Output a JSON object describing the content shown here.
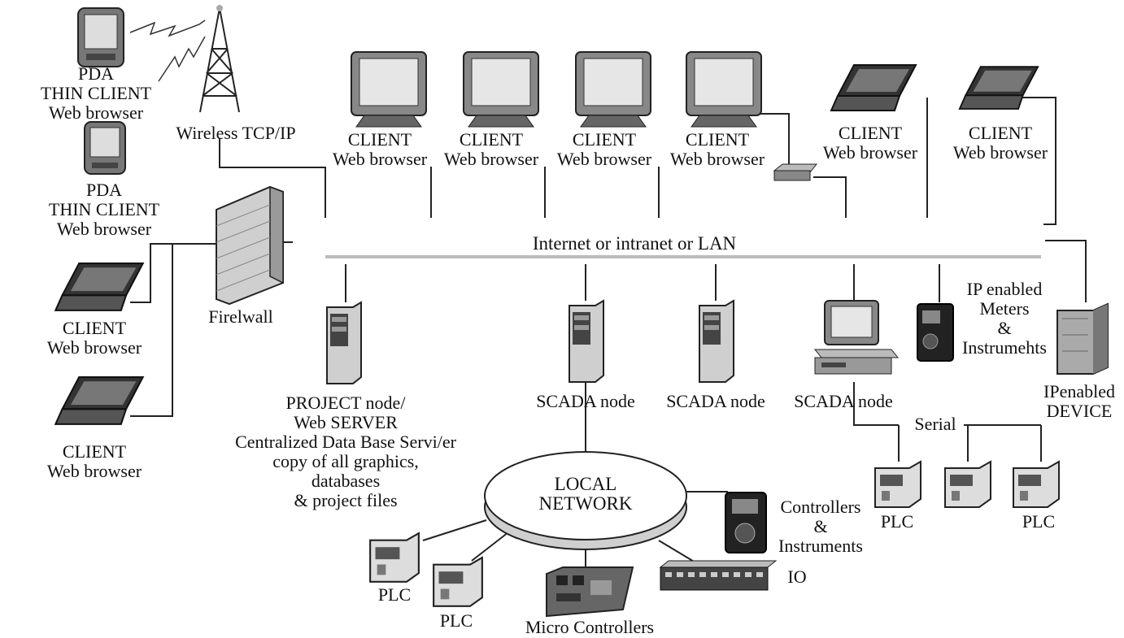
{
  "diagram": {
    "backbone_label": "Internet or intranet or LAN",
    "pda_1": [
      "PDA",
      "THIN CLIENT",
      "Web browser"
    ],
    "pda_2": [
      "PDA",
      "THIN CLIENT",
      "Web browser"
    ],
    "wireless": "Wireless TCP/IP",
    "firewall": "Firelwall",
    "top_clients": [
      [
        "CLIENT",
        "Web browser"
      ],
      [
        "CLIENT",
        "Web browser"
      ],
      [
        "CLIENT",
        "Web browser"
      ],
      [
        "CLIENT",
        "Web browser"
      ],
      [
        "CLIENT",
        "Web browser"
      ],
      [
        "CLIENT",
        "Web browser"
      ]
    ],
    "left_clients": [
      [
        "CLIENT",
        "Web browser"
      ],
      [
        "CLIENT",
        "Web browser"
      ]
    ],
    "project_node": [
      "PROJECT node/",
      "Web SERVER",
      "Centralized Data Base Servi/er",
      "copy of all graphics,",
      "databases",
      "& project files"
    ],
    "scada_nodes": [
      "SCADA node",
      "SCADA node",
      "SCADA node"
    ],
    "ip_meters": [
      "IP enabled",
      "Meters",
      "&",
      "Instrumehts"
    ],
    "ip_device": [
      "IPenabled",
      "DEVICE"
    ],
    "serial": "Serial",
    "plc_right": [
      "PLC",
      "PLC"
    ],
    "local_network": [
      "LOCAL",
      "NETWORK"
    ],
    "controllers": [
      "Controllers",
      "&",
      "Instruments"
    ],
    "io": "IO",
    "plc_bottom": [
      "PLC",
      "PLC"
    ],
    "micro_controllers": "Micro Controllers"
  }
}
